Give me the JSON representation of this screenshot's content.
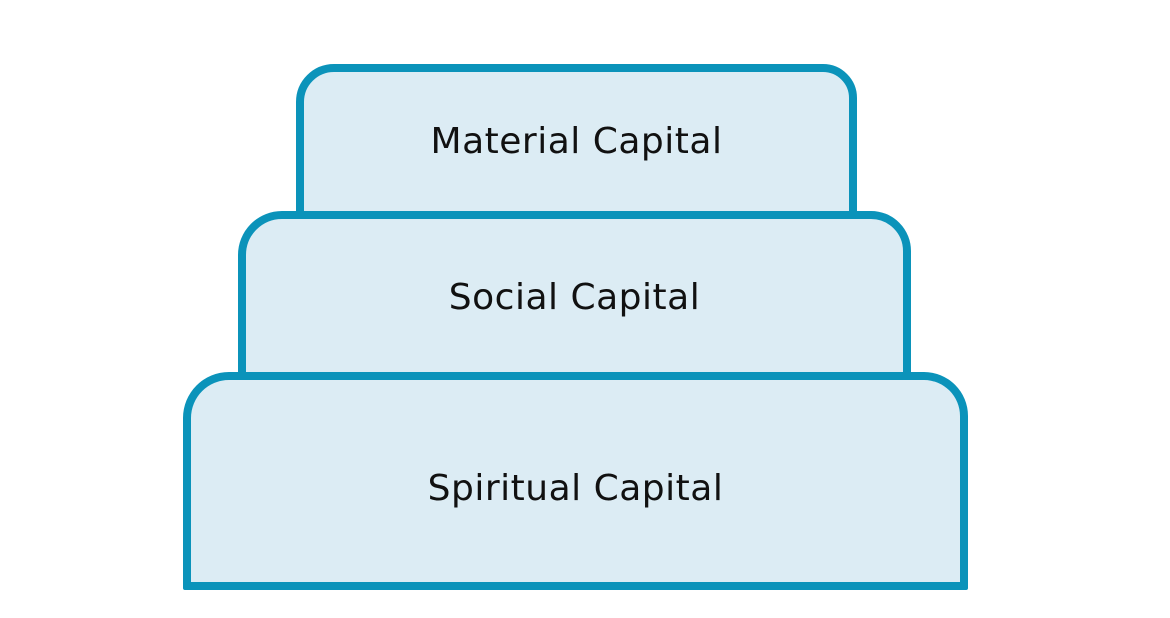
{
  "diagram": {
    "type": "stacked-tier-diagram",
    "layers": [
      {
        "label": "Material Capital",
        "level": "top"
      },
      {
        "label": "Social Capital",
        "level": "middle"
      },
      {
        "label": "Spiritual Capital",
        "level": "bottom"
      }
    ]
  },
  "theme": {
    "border_color": "#0b93ba",
    "fill_color": "#dcecf4",
    "text_color": "#111111",
    "background_color": "#ffffff"
  }
}
